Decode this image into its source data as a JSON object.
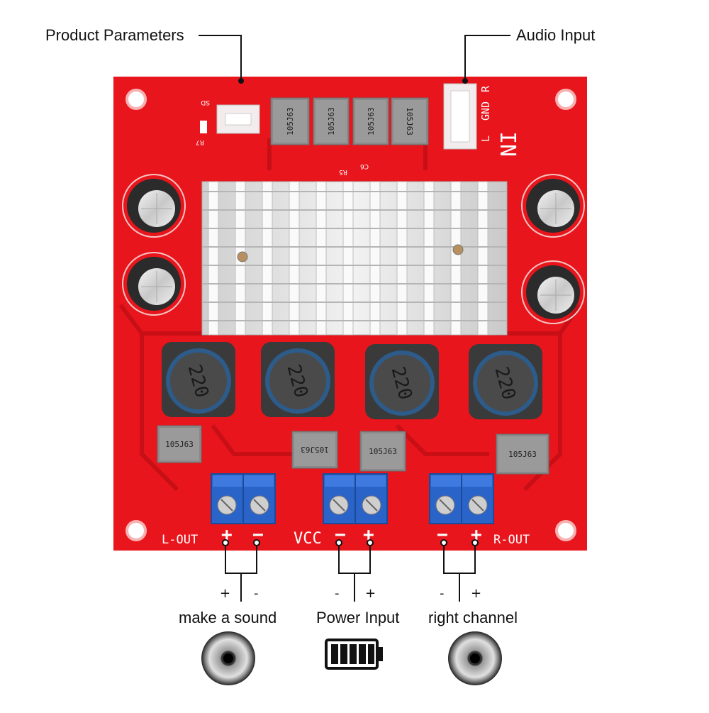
{
  "callouts": {
    "product_parameters": "Product Parameters",
    "audio_input": "Audio Input"
  },
  "board": {
    "sd_label": "SD",
    "r7_label": "R7",
    "r5_label": "R5",
    "c6_label": "C6",
    "in_label": "IN",
    "connector_pins": [
      "L",
      "GND",
      "R"
    ],
    "capacitor_code": "105J63",
    "inductor_value": "220",
    "l_out": "L-OUT",
    "vcc": "VCC",
    "r_out": "R-OUT",
    "plus": "+",
    "minus": "−"
  },
  "bottom": {
    "left_label": "make a sound",
    "middle_label": "Power Input",
    "right_label": "right channel",
    "left_signs": [
      "+",
      "-"
    ],
    "middle_signs": [
      "-",
      "+"
    ],
    "right_signs": [
      "-",
      "+"
    ]
  },
  "colors": {
    "pcb": "#e8151c",
    "pcb_trace": "#c80f16",
    "heatsink": "#d8d8d8",
    "terminal": "#2a64c8",
    "component_gray": "#8a8a8a",
    "inductor": "#3a3a3a"
  }
}
